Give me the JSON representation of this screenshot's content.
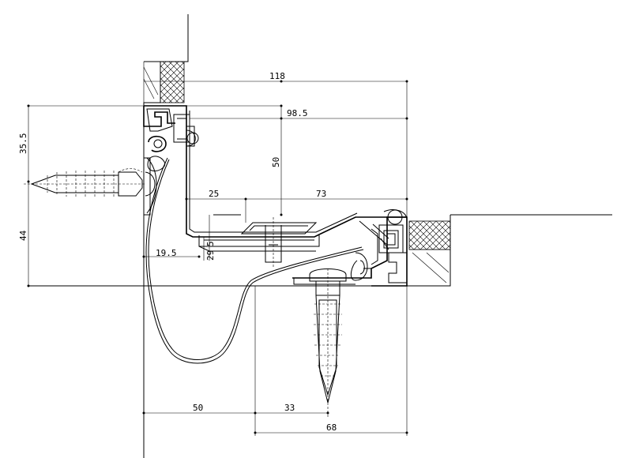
{
  "dimensions": {
    "d118": "118",
    "d98_5": "98.5",
    "d35_5": "35.5",
    "d50_vertical": "50",
    "d25": "25",
    "d73": "73",
    "d44": "44",
    "d19_5": "19.5",
    "d29": "29",
    "d5": "5",
    "d50_bottom": "50",
    "d33": "33",
    "d68": "68"
  },
  "colors": {
    "ink": "#000000",
    "paper": "#ffffff"
  }
}
